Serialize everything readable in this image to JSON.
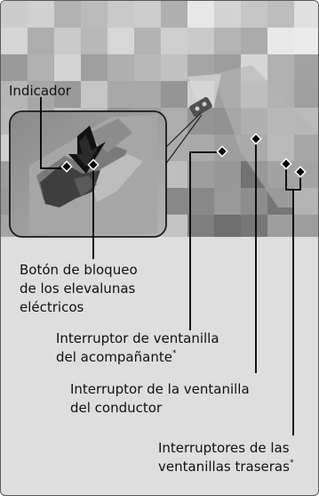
{
  "labels": {
    "indicador": "Indicador",
    "lock_line1": "Botón de bloqueo",
    "lock_line2": "de los elevalunas",
    "lock_line3": "eléctricos",
    "passenger_line1": "Interruptor de ventanilla",
    "passenger_line2": "del acompañante",
    "driver_line1": "Interruptor de la ventanilla",
    "driver_line2": "del conductor",
    "rear_line1": "Interruptores de las",
    "rear_line2": "ventanillas traseras"
  },
  "footnote_mark": "*",
  "colors": {
    "panel_bg": "#dedede",
    "line": "#000000",
    "text": "#111111"
  }
}
